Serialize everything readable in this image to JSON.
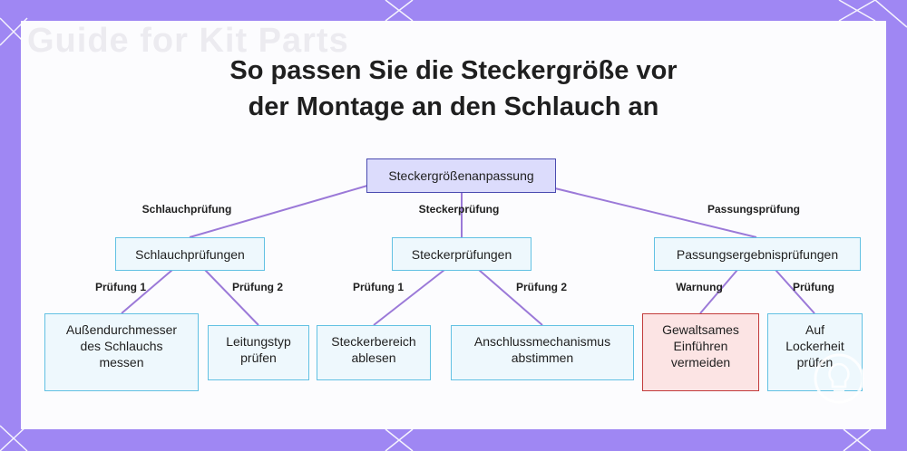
{
  "watermark": "Guide for Kit Parts",
  "title": {
    "line1": "So passen Sie die Steckergröße vor",
    "line2": "der Montage an den Schlauch an"
  },
  "nodes": {
    "root": "Steckergrößenanpassung",
    "schlauch": "Schlauchprüfungen",
    "stecker": "Steckerprüfungen",
    "passung": "Passungsergebnisprüfungen",
    "aussen": "Außendurchmesser\ndes Schlauchs\nmessen",
    "leitung": "Leitungstyp\nprüfen",
    "bereich": "Steckerbereich\nablesen",
    "mechanismus": "Anschlussmechanismus\nabstimmen",
    "gewalt": "Gewaltsames\nEinführen\nvermeiden",
    "locker": "Auf\nLockerheit\nprüfen"
  },
  "edge_labels": {
    "schlauch": "Schlauchprüfung",
    "stecker": "Steckerprüfung",
    "passung": "Passungsprüfung",
    "aussen": "Prüfung 1",
    "leitung": "Prüfung 2",
    "bereich": "Prüfung 1",
    "mechanismus": "Prüfung 2",
    "gewalt": "Warnung",
    "locker": "Prüfung"
  },
  "colors": {
    "background": "#9f87f3",
    "root_fill": "#dcdcfc",
    "node_border": "#62c1e3",
    "warning_border": "#c23b3b",
    "edge": "#9b79d8"
  }
}
